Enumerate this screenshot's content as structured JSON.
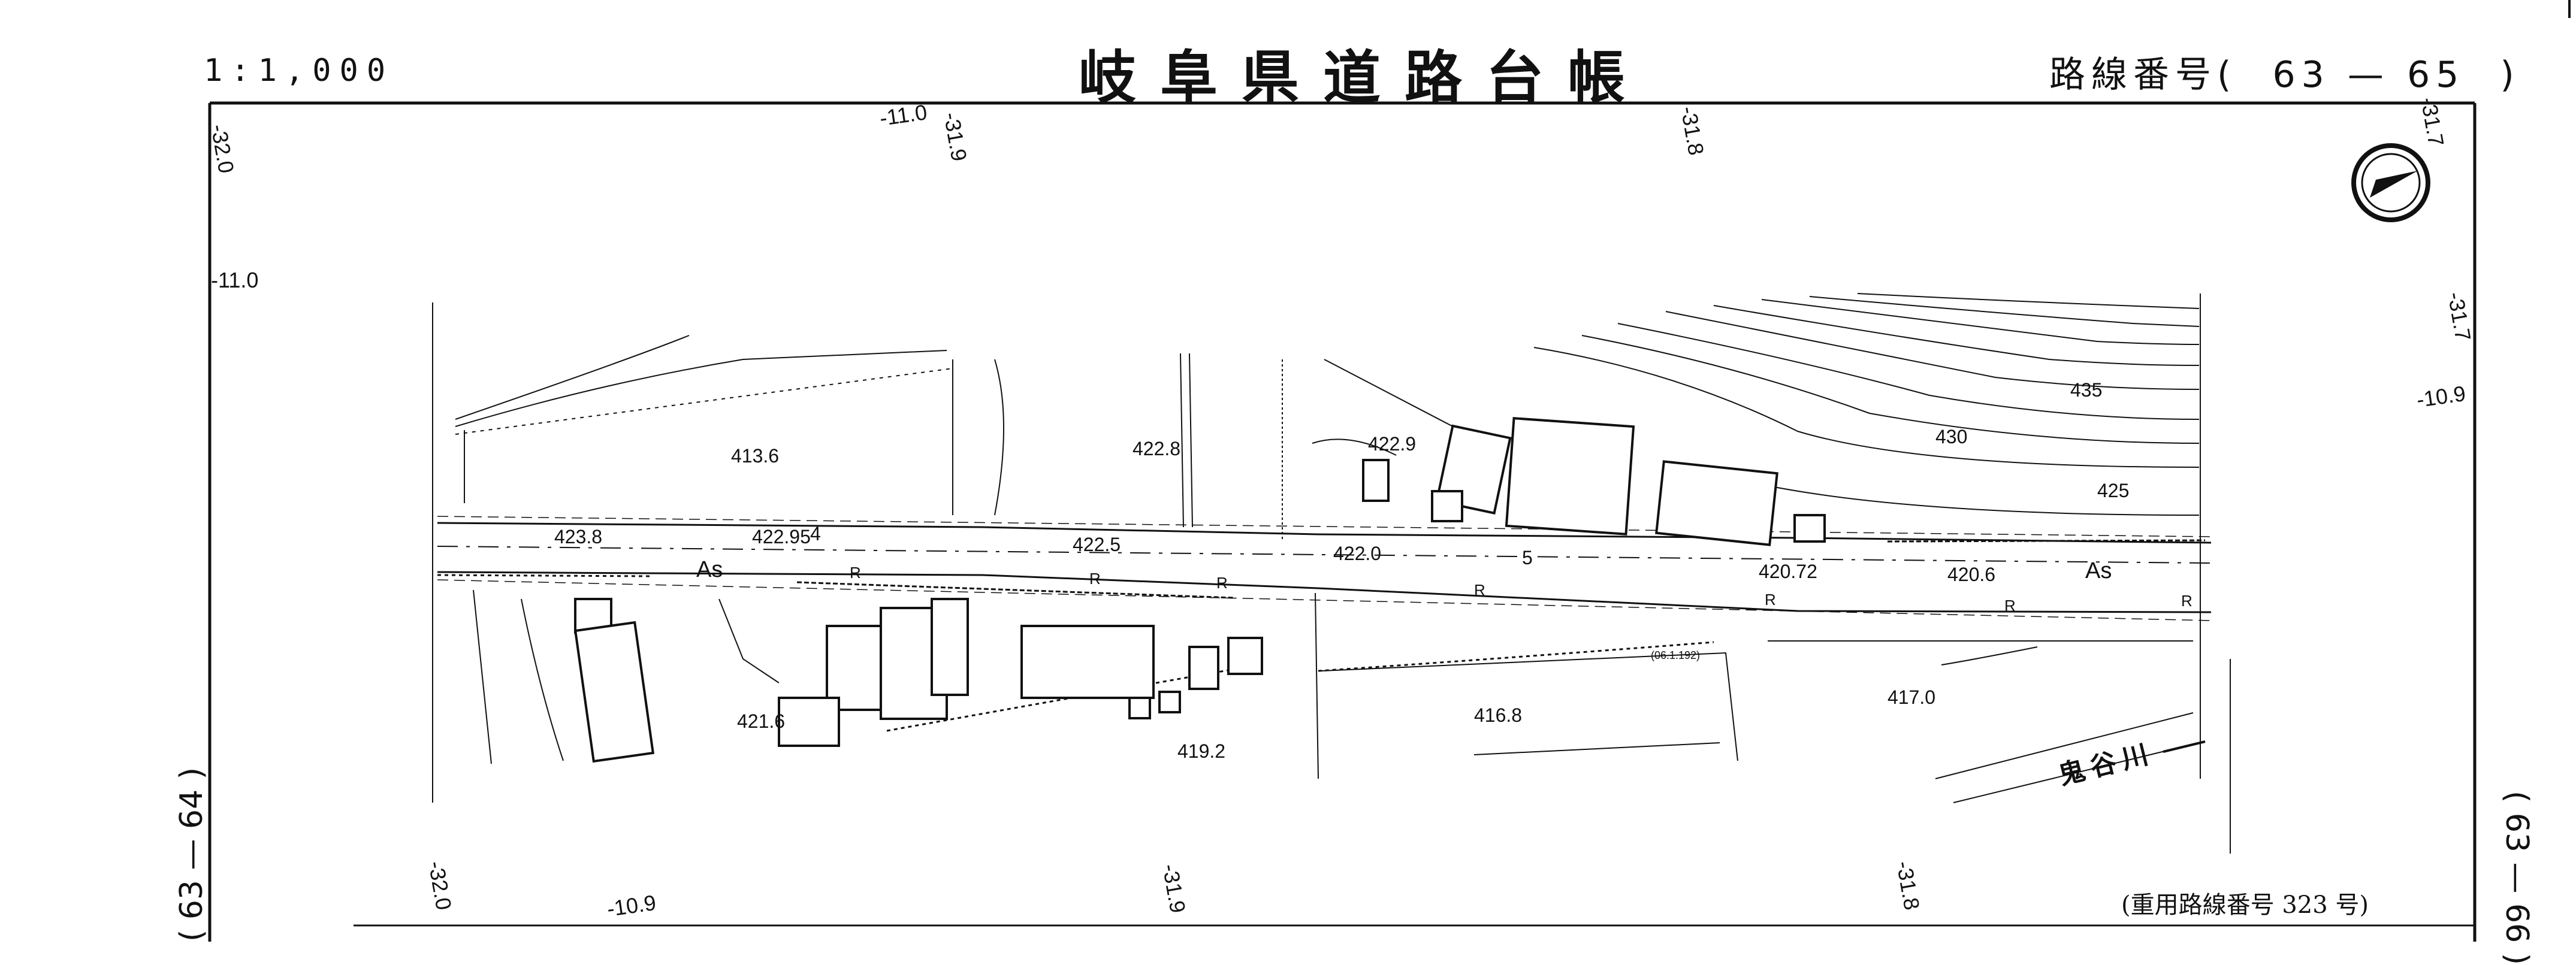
{
  "header": {
    "scale": "1:1,000",
    "title": "岐阜県道路台帳",
    "route_label": "路線番号(",
    "route_number": "63 — 65",
    "route_close": ")"
  },
  "footer": {
    "joint_route": "(重用路線番号 323 号)"
  },
  "side_labels": {
    "left": "( 63 — 64 )",
    "right": "( 63 — 66 )"
  },
  "map": {
    "north_arrow": "north-arrow",
    "road_surface_labels": [
      "As",
      "As"
    ],
    "elevations": [
      "423.8",
      "422.95",
      "422.5",
      "422.0",
      "420.72",
      "420.6",
      "413.6",
      "422.8",
      "422.9",
      "421.6",
      "419.2",
      "416.8",
      "417.0"
    ],
    "contours": [
      "435",
      "430",
      "425"
    ],
    "marks": [
      "4",
      "5",
      "R",
      "R",
      "R",
      "R",
      "R",
      "R",
      "R",
      "(06.1.192)"
    ],
    "grid_coords": [
      "-32.0",
      "-11.0",
      "-31.9",
      "-31.8",
      "-31.7",
      "-11.0",
      "-31.7",
      "-10.9",
      "-32.0",
      "-10.9",
      "-31.9",
      "-31.8"
    ],
    "river_name": "鬼谷川"
  },
  "colors": {
    "ink": "#111111",
    "paper": "#ffffff"
  }
}
